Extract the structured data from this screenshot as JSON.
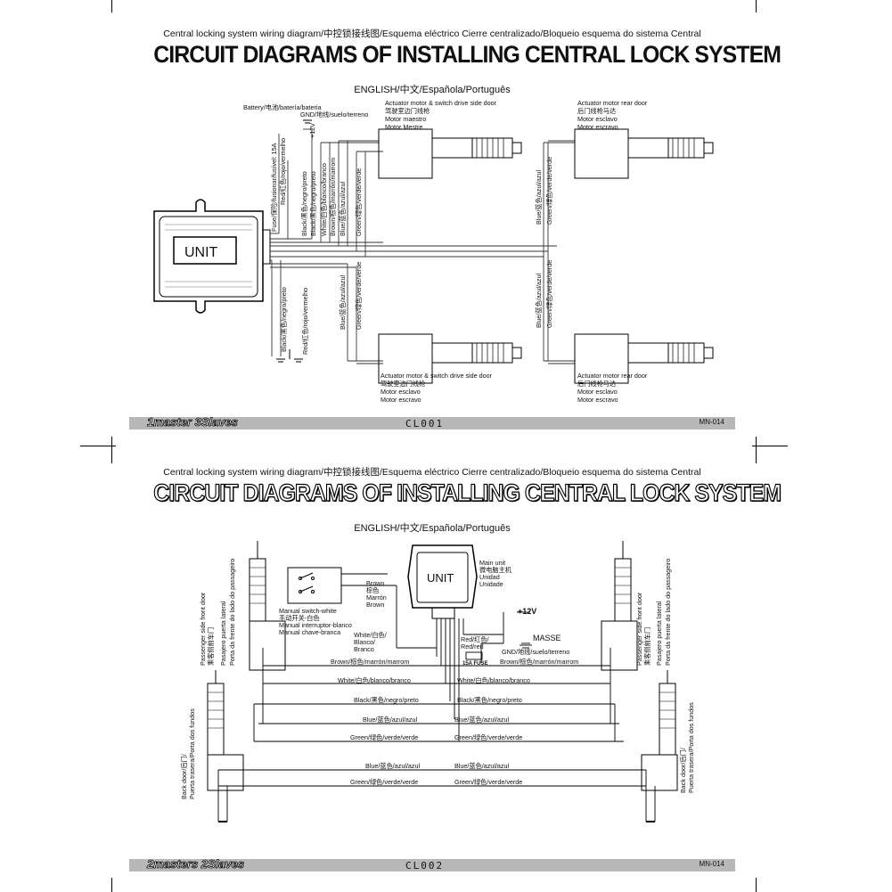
{
  "sheet1": {
    "topline": "Central locking system wiring diagram/中控锁接线图/Esquema eléctrico Cierre centralizado/Bloqueio esquema do sistema Central",
    "headline": "CIRCUIT DIAGRAMS OF INSTALLING CENTRAL LOCK SYSTEM",
    "languages": "ENGLISH/中文/Española/Português",
    "unit_label": "UNIT",
    "battery": "Battery/电池/batería/bateria",
    "gnd": "GND/地线/suelo/terreno",
    "plus12": "+12V",
    "fuse": "Fuse/保险/fusionar/fusível: 15A",
    "red": "Red/红色/rojo/vermelho",
    "wires_top": [
      "Black/黑色/negro/preto",
      "Black/黑色/negro/preto",
      "White/白色/blanco/branco",
      "Brown/棕色/marrón/marrom",
      "Blue/蓝色/azul/azul",
      "Green/绿色/verde/verde"
    ],
    "black_bottom": "Black/黑色/negro/preto",
    "red_bottom": "Red/红色/rojo/vermelho",
    "blue_bottom": "Blue/蓝色/azul/azul",
    "green_bottom": "Green/绿色/verde/verde",
    "rear_blue": "Blue/蓝色/azul/azul",
    "rear_green": "Green/绿色/verde/verde",
    "act_driver_top": [
      "Actuator motor & switch drive side door",
      "驾驶室边门线枪",
      "Motor maestro",
      "Motor Mestre"
    ],
    "act_rear_top": [
      "Actuator motor rear door",
      "后门线枪马达",
      "Motor esclavo",
      "Motor escravo"
    ],
    "act_driver_bottom": [
      "Actuator motor & switch drive side door",
      "驾驶室边门线枪",
      "Motor esclavo",
      "Motor escravo"
    ],
    "act_rear_bottom": [
      "Actuator motor rear door",
      "后门线枪马达",
      "Motor esclavo",
      "Motor escravo"
    ],
    "footer_left": "1master 3Slaves",
    "footer_mid": "CL001",
    "footer_right": "MN-014"
  },
  "sheet2": {
    "topline": "Central locking system wiring diagram/中控锁接线图/Esquema eléctrico Cierre centralizado/Bloqueio esquema do sistema Central",
    "headline": "CIRCUIT DIAGRAMS OF INSTALLING CENTRAL LOCK SYSTEM",
    "languages": "ENGLISH/中文/Española/Português",
    "unit_label": "UNIT",
    "main_unit": [
      "Main unit",
      "微电脑主机",
      "Unidad",
      "Unidade"
    ],
    "brown_side": [
      "Brown",
      "棕色",
      "Marrón",
      "Brown"
    ],
    "manual_switch": [
      "Manual switch-white",
      "手动开关-白色",
      "Manual interruptor-blanco",
      "Manual chave-branca"
    ],
    "white_side": [
      "White/白色/",
      "Blanco/",
      "Branco"
    ],
    "red_fuse": [
      "Red/红色/",
      "Red/red"
    ],
    "fuse_label": "15A FUSE",
    "plus12": "+12V",
    "masse": "MASSE",
    "gnd": "GND/地线/suelo/terreno",
    "passenger_left": [
      "Passenger side front door",
      "乘客侧前车门",
      "Pasajero puerta lateral",
      "Porta da frente do lado do passageiro"
    ],
    "passenger_right": [
      "Passenger side front door",
      "乘客侧前车门",
      "Pasajero puerta lateral",
      "Porta da frente do lado do passageiro"
    ],
    "back_left": [
      "Back door/后门/",
      "Puerta trasera/Porta dos fundos"
    ],
    "back_right": [
      "Back door/后门/",
      "Puerta trasera/Porta dos fundos"
    ],
    "wire_brown": "Brown/棕色/marrón/marrom",
    "wire_white": "White/白色/blanco/branco",
    "wire_black": "Black/黑色/negro/preto",
    "wire_blue": "Blue/蓝色/azul/azul",
    "wire_green": "Green/绿色/verde/verde",
    "footer_left": "2masters 2Slaves",
    "footer_mid": "CL002",
    "footer_right": "MN-014"
  }
}
